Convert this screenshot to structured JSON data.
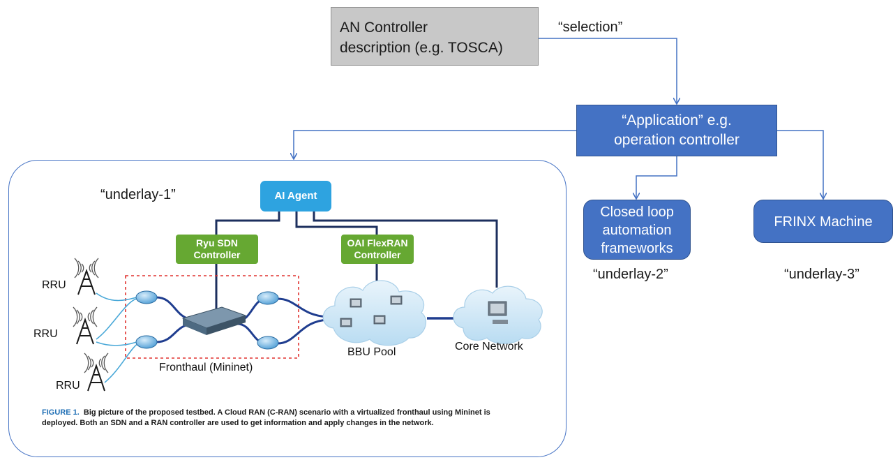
{
  "top": {
    "an_controller_lines": [
      "AN Controller",
      "description (e.g. TOSCA)"
    ],
    "selection_label": "“selection”"
  },
  "application": {
    "lines": [
      "“Application” e.g.",
      "operation controller"
    ]
  },
  "right_nodes": {
    "closed_loop_lines": [
      "Closed loop",
      "automation",
      "frameworks"
    ],
    "frinx_label": "FRINX Machine",
    "underlay2_label": "“underlay-2”",
    "underlay3_label": "“underlay-3”"
  },
  "underlay1": {
    "label": "“underlay-1”",
    "ai_agent": "AI Agent",
    "ryu_lines": [
      "Ryu SDN",
      "Controller"
    ],
    "oai_lines": [
      "OAI FlexRAN",
      "Controller"
    ],
    "rru_labels": [
      "RRU",
      "RRU",
      "RRU"
    ],
    "fronthaul_label": "Fronthaul (Mininet)",
    "bbu_label": "BBU Pool",
    "core_label": "Core Network",
    "caption_tag": "FIGURE 1.",
    "caption_line1": "Big picture of the proposed testbed. A Cloud RAN (C-RAN) scenario with a virtualized fronthaul using Mininet is",
    "caption_line2": "deployed. Both an SDN and a RAN controller are used to get information and apply changes in the network."
  },
  "colors": {
    "connector_blue": "#4472c4",
    "box_blue": "#4472c4",
    "controller_green": "#66a832",
    "ai_blue": "#2ea3e0",
    "gray_box": "#c8c8c8",
    "link_navy": "#1c2f5e"
  }
}
